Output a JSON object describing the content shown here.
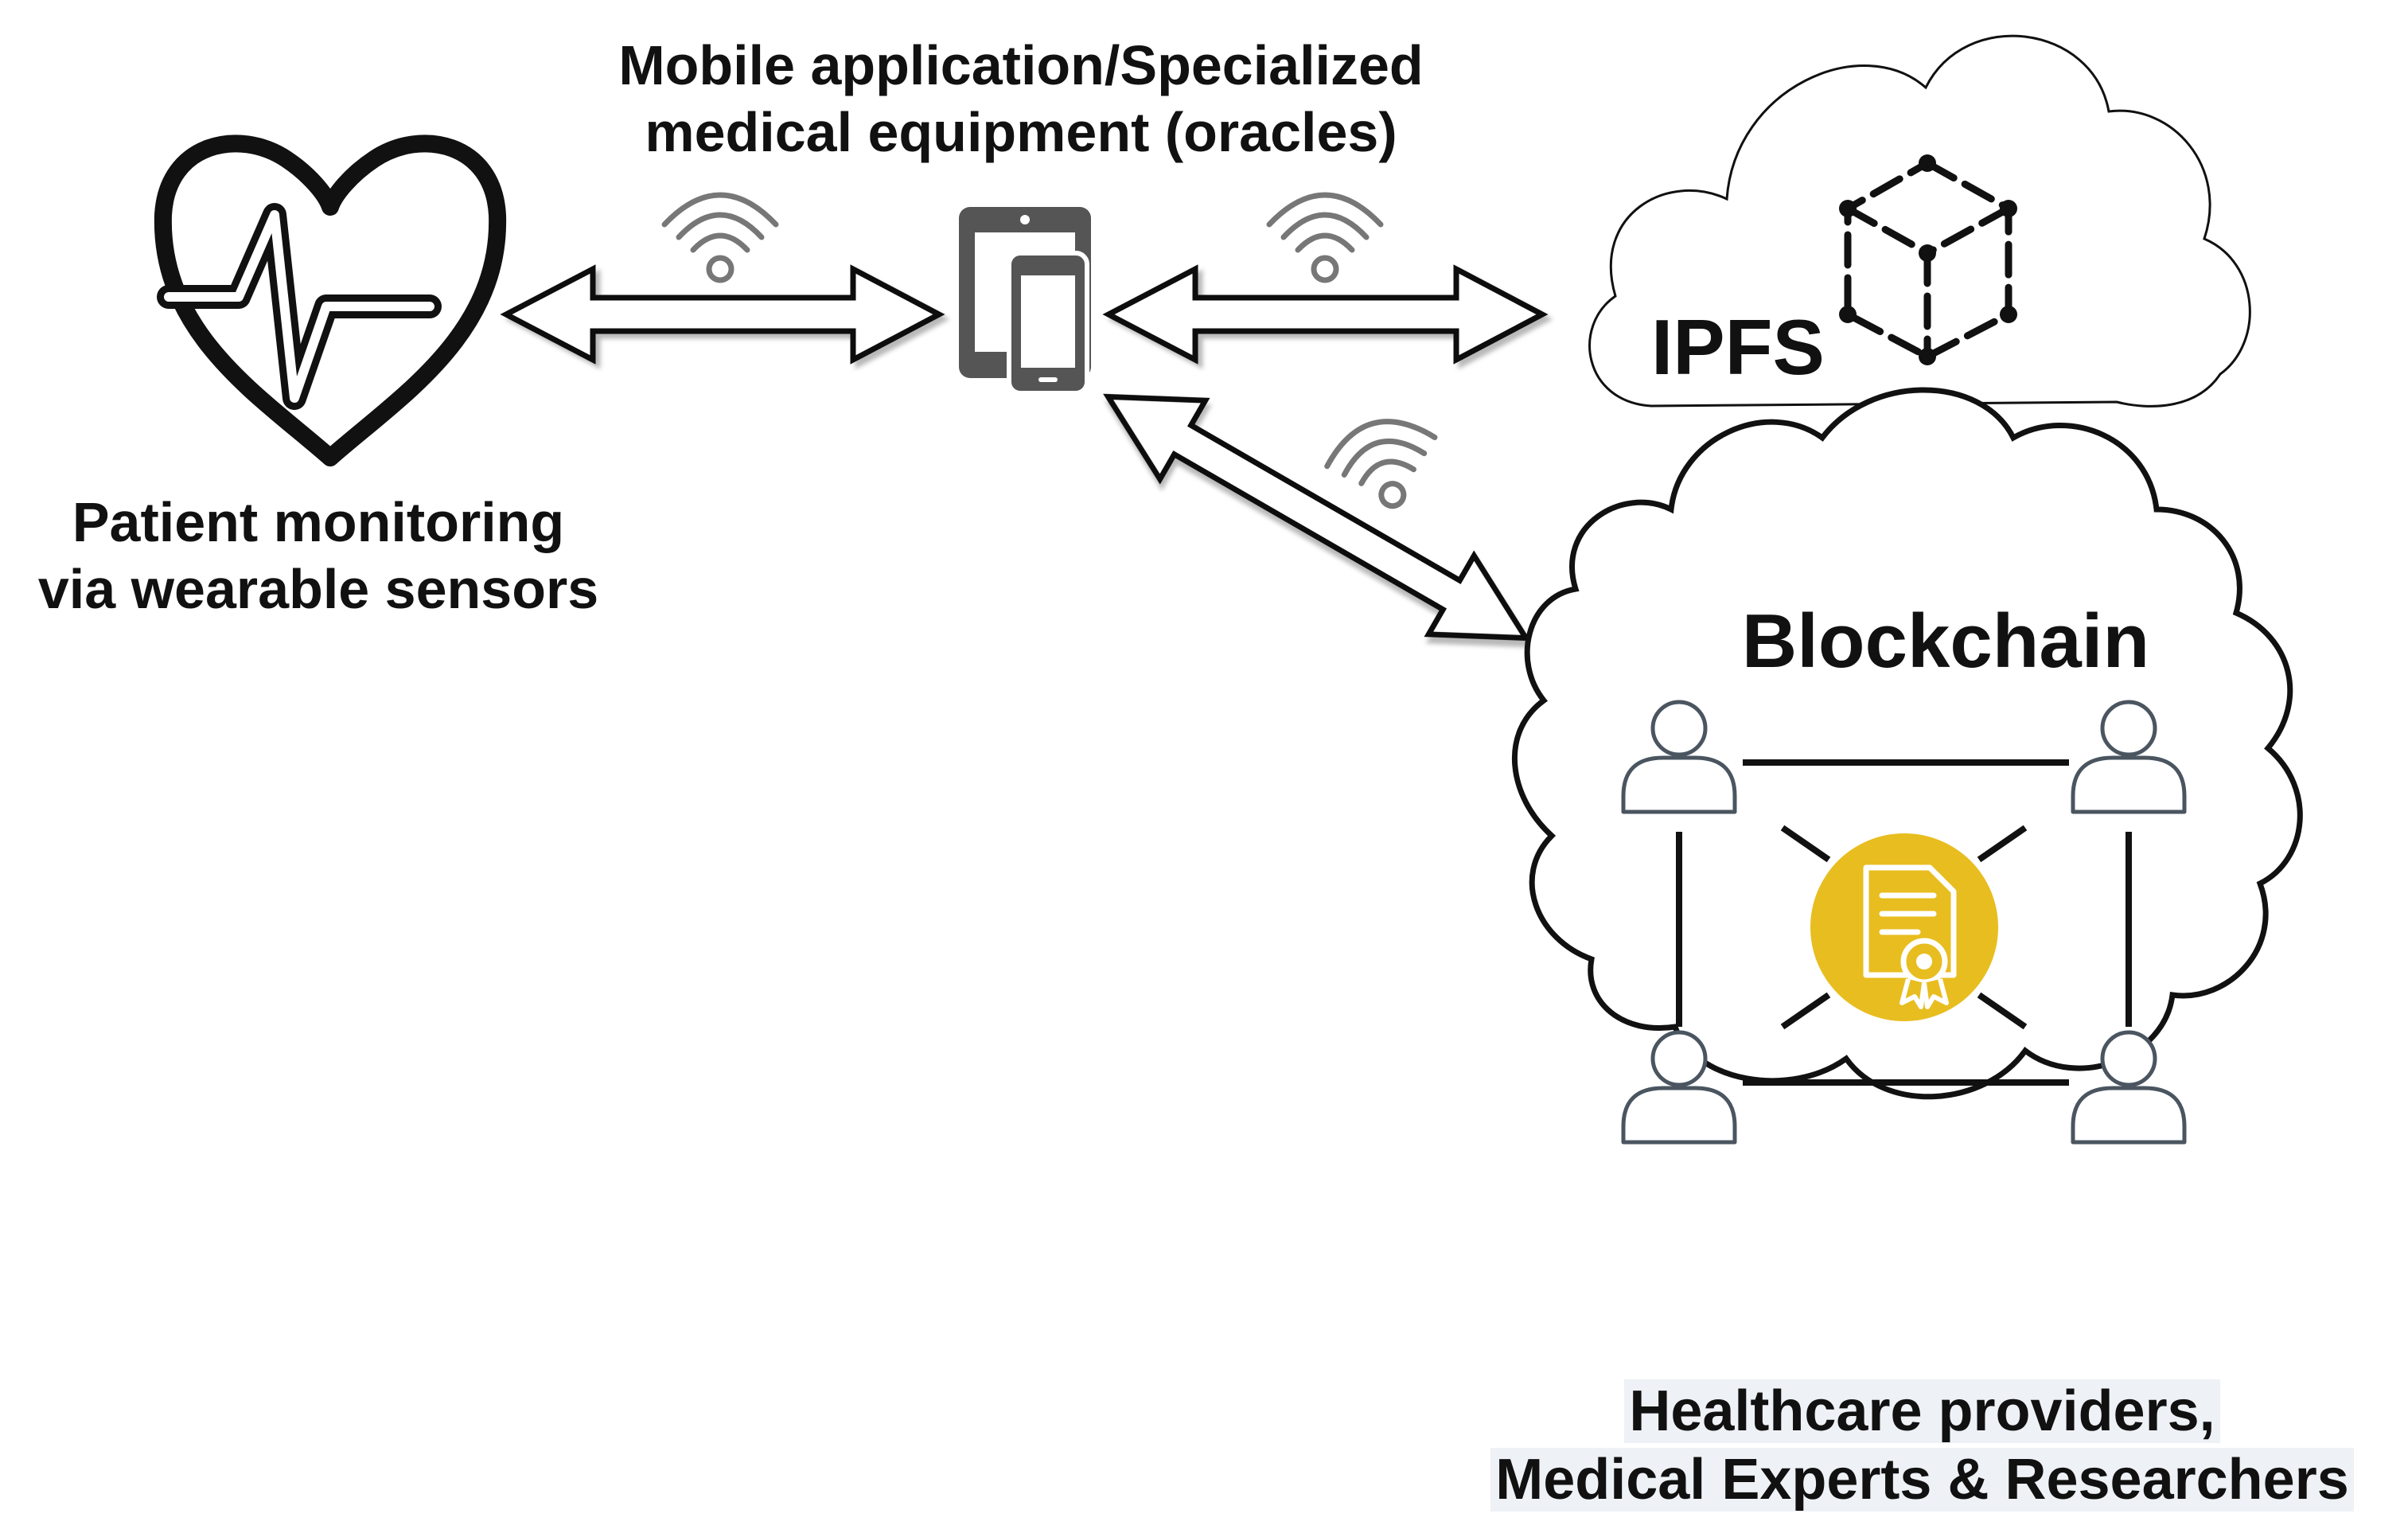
{
  "labels": {
    "device_line1": "Mobile application/Specialized",
    "device_line2": "medical equipment (oracles)",
    "patient_line1": "Patient monitoring",
    "patient_line2": "via wearable sensors",
    "ipfs": "IPFS",
    "blockchain": "Blockchain",
    "providers_line1": "Healthcare providers,",
    "providers_line2": "Medical Experts & Researchers"
  },
  "colors": {
    "stroke": "#111111",
    "device": "#555555",
    "certificate": "#e8bd1f",
    "person": "#4a5560",
    "wifi": "#555555"
  },
  "icons": {
    "heart": "heart-pulse-icon",
    "device": "tablet-phone-icon",
    "ipfs": "cube-network-icon",
    "certificate": "certificate-icon",
    "person": "user-icon",
    "wireless": "wifi-icon"
  }
}
